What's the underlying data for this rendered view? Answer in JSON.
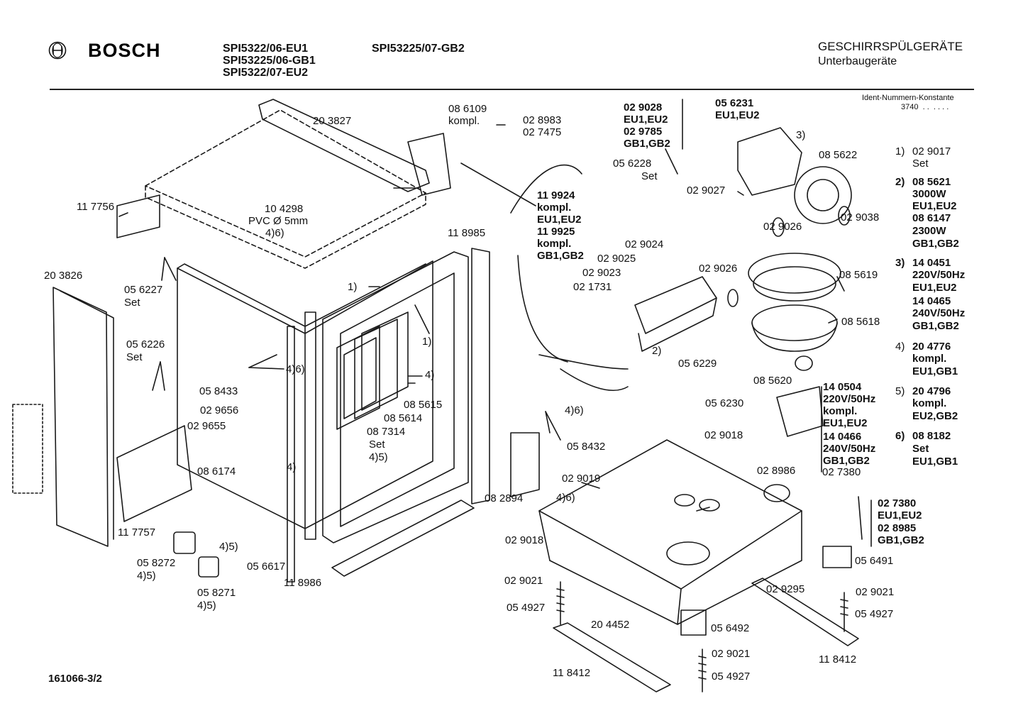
{
  "header": {
    "brand": "BOSCH",
    "models_col1": [
      "SPI5322/06-EU1",
      "SPI53225/06-GB1",
      "SPI5322/07-EU2"
    ],
    "models_col2": [
      "SPI53225/07-GB2"
    ],
    "title": "GESCHIRRSPÜLGERÄTE",
    "subtitle": "Unterbaugeräte",
    "ident_label": "Ident-Nummern-Konstante",
    "ident_value": "3740  . .  . . . ."
  },
  "footer": {
    "doc_number": "161066-3/2"
  },
  "legend": [
    {
      "key": "1)",
      "lines": [
        "02 9017",
        "Set"
      ]
    },
    {
      "key": "2)",
      "lines": [
        "08 5621",
        "3000W",
        "EU1,EU2",
        "08 6147",
        "2300W",
        "GB1,GB2"
      ]
    },
    {
      "key": "3)",
      "lines": [
        "14 0451",
        "220V/50Hz",
        "EU1,EU2",
        "14 0465",
        "240V/50Hz",
        "GB1,GB2"
      ]
    },
    {
      "key": "4)",
      "lines": [
        "20 4776",
        "kompl.",
        "EU1,GB1"
      ]
    },
    {
      "key": "5)",
      "lines": [
        "20 4796",
        "kompl.",
        "EU2,GB2"
      ]
    },
    {
      "key": "6)",
      "lines": [
        "08 8182",
        "Set",
        "EU1,GB1"
      ]
    }
  ],
  "labels": [
    {
      "id": "l1",
      "text": "20 3827"
    },
    {
      "id": "l2",
      "text": "11 7756"
    },
    {
      "id": "l3",
      "text": "10 4298"
    },
    {
      "id": "l4",
      "text": "PVC Ø 5mm"
    },
    {
      "id": "l5",
      "text": "4)6)"
    },
    {
      "id": "l6",
      "text": "20 3826"
    },
    {
      "id": "l7",
      "text": "05 6227"
    },
    {
      "id": "l8",
      "text": "Set"
    },
    {
      "id": "l9",
      "text": "05 6226"
    },
    {
      "id": "l10",
      "text": "Set"
    },
    {
      "id": "l11",
      "text": "05 8433"
    },
    {
      "id": "l12",
      "text": "4)6)"
    },
    {
      "id": "l13",
      "text": "02 9656"
    },
    {
      "id": "l14",
      "text": "02 9655"
    },
    {
      "id": "l15",
      "text": "08 6174"
    },
    {
      "id": "l16",
      "text": "4)"
    },
    {
      "id": "l17",
      "text": "11 7757"
    },
    {
      "id": "l18",
      "text": "4)5)"
    },
    {
      "id": "l19",
      "text": "05 6617"
    },
    {
      "id": "l20",
      "text": "11 8986"
    },
    {
      "id": "l21",
      "text": "05 8272"
    },
    {
      "id": "l22",
      "text": "4)5)"
    },
    {
      "id": "l23",
      "text": "05 8271"
    },
    {
      "id": "l24",
      "text": "4)5)"
    },
    {
      "id": "l25",
      "text": "1)"
    },
    {
      "id": "l26",
      "text": "1)"
    },
    {
      "id": "l27",
      "text": "11 8985"
    },
    {
      "id": "l28",
      "text": "4)"
    },
    {
      "id": "l29",
      "text": "08 5615"
    },
    {
      "id": "l30",
      "text": "08 5614"
    },
    {
      "id": "l31",
      "text": "08 7314"
    },
    {
      "id": "l32",
      "text": "Set"
    },
    {
      "id": "l33",
      "text": "4)5)"
    },
    {
      "id": "l34",
      "text": "08 2894"
    },
    {
      "id": "l35",
      "text": "08 6109"
    },
    {
      "id": "l36",
      "text": "kompl."
    },
    {
      "id": "l37",
      "text": "02 8983"
    },
    {
      "id": "l38",
      "text": "02 7475"
    },
    {
      "id": "l39",
      "text": "11 9924"
    },
    {
      "id": "l40",
      "text": "kompl."
    },
    {
      "id": "l41",
      "text": "EU1,EU2"
    },
    {
      "id": "l42",
      "text": "11 9925"
    },
    {
      "id": "l43",
      "text": "kompl."
    },
    {
      "id": "l44",
      "text": "GB1,GB2"
    },
    {
      "id": "l45",
      "text": "05 6228"
    },
    {
      "id": "l46",
      "text": "Set"
    },
    {
      "id": "l47",
      "text": "4)6)"
    },
    {
      "id": "l48",
      "text": "05 8432"
    },
    {
      "id": "l49",
      "text": "02 9019"
    },
    {
      "id": "l50",
      "text": "4)6)"
    },
    {
      "id": "l51",
      "text": "02 9018"
    },
    {
      "id": "l52",
      "text": "02 9028"
    },
    {
      "id": "l53",
      "text": "EU1,EU2"
    },
    {
      "id": "l54",
      "text": "02 9785"
    },
    {
      "id": "l55",
      "text": "GB1,GB2"
    },
    {
      "id": "l56",
      "text": "05 6231"
    },
    {
      "id": "l57",
      "text": "EU1,EU2"
    },
    {
      "id": "l58",
      "text": "3)"
    },
    {
      "id": "l59",
      "text": "08 5622"
    },
    {
      "id": "l60",
      "text": "02 9027"
    },
    {
      "id": "l61",
      "text": "02 9026"
    },
    {
      "id": "l62",
      "text": "02 9038"
    },
    {
      "id": "l63",
      "text": "02 9024"
    },
    {
      "id": "l64",
      "text": "02 9025"
    },
    {
      "id": "l65",
      "text": "02 9023"
    },
    {
      "id": "l66",
      "text": "02 1731"
    },
    {
      "id": "l67",
      "text": "02 9026"
    },
    {
      "id": "l68",
      "text": "08 5619"
    },
    {
      "id": "l69",
      "text": "08 5618"
    },
    {
      "id": "l70",
      "text": "2)"
    },
    {
      "id": "l71",
      "text": "05 6229"
    },
    {
      "id": "l72",
      "text": "08 5620"
    },
    {
      "id": "l73",
      "text": "05 6230"
    },
    {
      "id": "l74",
      "text": "14 0504"
    },
    {
      "id": "l75",
      "text": "220V/50Hz"
    },
    {
      "id": "l76",
      "text": "kompl."
    },
    {
      "id": "l77",
      "text": "EU1,EU2"
    },
    {
      "id": "l78",
      "text": "14 0466"
    },
    {
      "id": "l79",
      "text": "240V/50Hz"
    },
    {
      "id": "l80",
      "text": "GB1,GB2"
    },
    {
      "id": "l81",
      "text": "02 9018"
    },
    {
      "id": "l82",
      "text": "02 8986"
    },
    {
      "id": "l83",
      "text": "02 7380"
    },
    {
      "id": "l84",
      "text": "02 7380"
    },
    {
      "id": "l85",
      "text": "EU1,EU2"
    },
    {
      "id": "l86",
      "text": "02 8985"
    },
    {
      "id": "l87",
      "text": "GB1,GB2"
    },
    {
      "id": "l88",
      "text": "05 6491"
    },
    {
      "id": "l89",
      "text": "02 9021"
    },
    {
      "id": "l90",
      "text": "05 4927"
    },
    {
      "id": "l91",
      "text": "20 4452"
    },
    {
      "id": "l92",
      "text": "05 6492"
    },
    {
      "id": "l93",
      "text": "02 9295"
    },
    {
      "id": "l94",
      "text": "02 9021"
    },
    {
      "id": "l95",
      "text": "05 4927"
    },
    {
      "id": "l96",
      "text": "02 9021"
    },
    {
      "id": "l97",
      "text": "05 4927"
    },
    {
      "id": "l98",
      "text": "11 8412"
    },
    {
      "id": "l99",
      "text": "11 8412"
    }
  ]
}
